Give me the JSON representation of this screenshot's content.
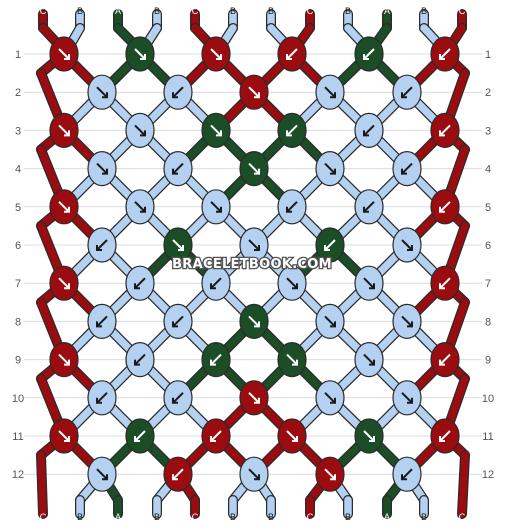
{
  "watermark": "BRACELETBOOK.COM",
  "colors": {
    "A": "#1b4d27",
    "B": "#b4d1f1",
    "C": "#9a0c10"
  },
  "outline": "#2b2b2b",
  "arrow_color": "#ffffff",
  "rows": [
    "1",
    "2",
    "3",
    "4",
    "5",
    "6",
    "7",
    "8",
    "9",
    "10",
    "11",
    "12"
  ],
  "top_strings": [
    "C",
    "B",
    "A",
    "B",
    "C",
    "B",
    "B",
    "C",
    "B",
    "A",
    "B",
    "C"
  ],
  "bottom_strings": [
    "C",
    "B",
    "A",
    "B",
    "C",
    "B",
    "B",
    "C",
    "B",
    "A",
    "B",
    "C"
  ],
  "knots": [
    [
      {
        "c": "C",
        "d": "dr"
      },
      {
        "c": "A",
        "d": "dr"
      },
      {
        "c": "C",
        "d": "dr"
      },
      {
        "c": "C",
        "d": "dl"
      },
      {
        "c": "A",
        "d": "dl"
      },
      {
        "c": "C",
        "d": "dl"
      }
    ],
    [
      {
        "c": "B",
        "d": "dr"
      },
      {
        "c": "B",
        "d": "dl"
      },
      {
        "c": "C",
        "d": "dr"
      },
      {
        "c": "B",
        "d": "dr"
      },
      {
        "c": "B",
        "d": "dl"
      }
    ],
    [
      {
        "c": "C",
        "d": "dr"
      },
      {
        "c": "B",
        "d": "dr"
      },
      {
        "c": "A",
        "d": "dr"
      },
      {
        "c": "A",
        "d": "dl"
      },
      {
        "c": "B",
        "d": "dl"
      },
      {
        "c": "C",
        "d": "dl"
      }
    ],
    [
      {
        "c": "B",
        "d": "dr"
      },
      {
        "c": "B",
        "d": "dl"
      },
      {
        "c": "A",
        "d": "dr"
      },
      {
        "c": "B",
        "d": "dr"
      },
      {
        "c": "B",
        "d": "dl"
      }
    ],
    [
      {
        "c": "C",
        "d": "dr"
      },
      {
        "c": "B",
        "d": "dr"
      },
      {
        "c": "B",
        "d": "dr"
      },
      {
        "c": "B",
        "d": "dl"
      },
      {
        "c": "B",
        "d": "dl"
      },
      {
        "c": "C",
        "d": "dl"
      }
    ],
    [
      {
        "c": "B",
        "d": "dl"
      },
      {
        "c": "A",
        "d": "dr"
      },
      {
        "c": "B",
        "d": "dr"
      },
      {
        "c": "A",
        "d": "dl"
      },
      {
        "c": "B",
        "d": "dr"
      }
    ],
    [
      {
        "c": "C",
        "d": "dr"
      },
      {
        "c": "B",
        "d": "dl"
      },
      {
        "c": "B",
        "d": "dl"
      },
      {
        "c": "B",
        "d": "dr"
      },
      {
        "c": "B",
        "d": "dr"
      },
      {
        "c": "C",
        "d": "dl"
      }
    ],
    [
      {
        "c": "B",
        "d": "dl"
      },
      {
        "c": "B",
        "d": "dl"
      },
      {
        "c": "A",
        "d": "dr"
      },
      {
        "c": "B",
        "d": "dr"
      },
      {
        "c": "B",
        "d": "dr"
      }
    ],
    [
      {
        "c": "C",
        "d": "dr"
      },
      {
        "c": "B",
        "d": "dl"
      },
      {
        "c": "A",
        "d": "dl"
      },
      {
        "c": "A",
        "d": "dr"
      },
      {
        "c": "B",
        "d": "dr"
      },
      {
        "c": "C",
        "d": "dl"
      }
    ],
    [
      {
        "c": "B",
        "d": "dl"
      },
      {
        "c": "B",
        "d": "dl"
      },
      {
        "c": "C",
        "d": "dr"
      },
      {
        "c": "B",
        "d": "dr"
      },
      {
        "c": "B",
        "d": "dr"
      }
    ],
    [
      {
        "c": "C",
        "d": "dr"
      },
      {
        "c": "A",
        "d": "dl"
      },
      {
        "c": "C",
        "d": "dl"
      },
      {
        "c": "C",
        "d": "dr"
      },
      {
        "c": "A",
        "d": "dr"
      },
      {
        "c": "C",
        "d": "dl"
      }
    ],
    [
      {
        "c": "B",
        "d": "dr"
      },
      {
        "c": "C",
        "d": "dl"
      },
      {
        "c": "B",
        "d": "dr"
      },
      {
        "c": "C",
        "d": "dr"
      },
      {
        "c": "B",
        "d": "dl"
      }
    ]
  ]
}
